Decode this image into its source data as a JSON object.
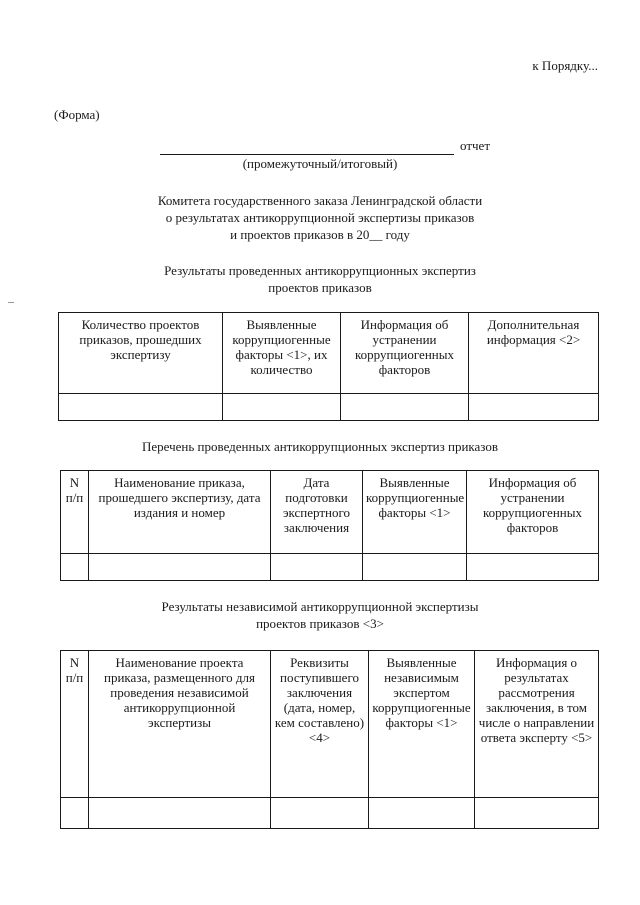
{
  "header_note": "к Порядку...",
  "form_label": "(Форма)",
  "report": {
    "word": "отчет",
    "subtitle": "(промежуточный/итоговый)"
  },
  "heading": {
    "line1": "Комитета государственного заказа Ленинградской области",
    "line2": "о результатах антикоррупционной экспертизы приказов",
    "line3": "и проектов приказов в 20__ году"
  },
  "section1": {
    "title_line1": "Результаты проведенных антикоррупционных экспертиз",
    "title_line2": "проектов приказов",
    "columns": [
      "Количество проектов приказов, прошедших экспертизу",
      "Выявленные коррупциогенные факторы <1>, их количество",
      "Информация об устранении коррупциогенных факторов",
      "Дополнительная информация <2>"
    ]
  },
  "section2": {
    "title": "Перечень проведенных антикоррупционных экспертиз приказов",
    "columns": [
      "N п/п",
      "Наименование приказа, прошедшего экспертизу, дата издания и номер",
      "Дата подготовки экспертного заключения",
      "Выявленные коррупциогенные факторы <1>",
      "Информация об устранении коррупциогенных факторов"
    ]
  },
  "section3": {
    "title_line1": "Результаты независимой антикоррупционной экспертизы",
    "title_line2": "проектов приказов <3>",
    "columns": [
      "N п/п",
      "Наименование проекта приказа, размещенного для проведения независимой антикоррупционной экспертизы",
      "Реквизиты поступившего заключения (дата, номер, кем составлено) <4>",
      "Выявленные независимым экспертом коррупциогенные факторы <1>",
      "Информация о результатах рассмотрения заключения, в том числе о направлении ответа эксперту <5>"
    ]
  }
}
